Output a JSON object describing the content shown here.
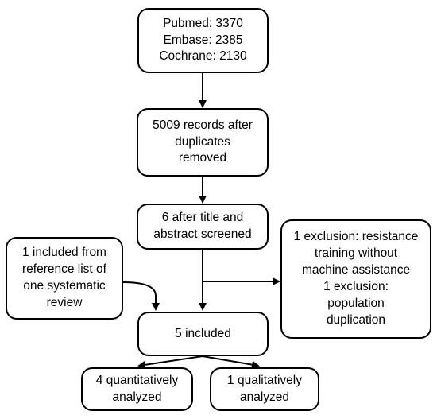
{
  "diagram": {
    "nodes": {
      "databases": "Pubmed: 3370\nEmbase: 2385\nCochrane: 2130",
      "after_duplicates": "5009 records after\nduplicates\nremoved",
      "after_screening": "6 after title and\nabstract screened",
      "reference_list": "1 included from\nreference list of\none systematic\nreview",
      "exclusions": "1 exclusion: resistance\ntraining without\nmachine assistance\n1 exclusion:\npopulation\nduplication",
      "included": "5 included",
      "quantitative": "4 quantitatively\nanalyzed",
      "qualitative": "1 qualitatively\nanalyzed"
    }
  }
}
